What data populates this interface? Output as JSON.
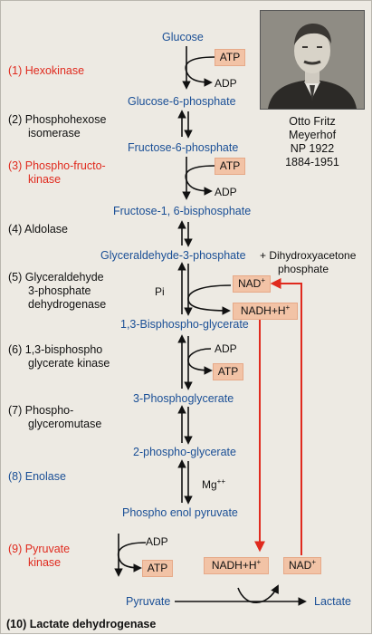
{
  "portrait": {
    "name_line1": "Otto Fritz",
    "name_line2": "Meyerhof",
    "nobel": "NP 1922",
    "years": "1884-1951"
  },
  "metabolites": {
    "glucose": "Glucose",
    "g6p": "Glucose-6-phosphate",
    "f6p": "Fructose-6-phosphate",
    "f16bp": "Fructose-1, 6-bisphosphate",
    "g3p": "Glyceraldehyde-3-phosphate",
    "plus_dhap": "+ Dihydroxyacetone",
    "dhap_line2": "phosphate",
    "bpg": "1,3-Bisphospho-glycerate",
    "pg3": "3-Phosphoglycerate",
    "pg2": "2-phospho-glycerate",
    "pep": "Phospho enol pyruvate",
    "pyruvate": "Pyruvate",
    "lactate": "Lactate"
  },
  "enzymes": {
    "e1": "(1) Hexokinase",
    "e2_line1": "(2) Phosphohexose",
    "e2_line2": "isomerase",
    "e3_line1": "(3) Phospho-fructo-",
    "e3_line2": "kinase",
    "e4": "(4) Aldolase",
    "e5_line1": "(5) Glyceraldehyde",
    "e5_line2": "3-phosphate",
    "e5_line3": "dehydrogenase",
    "e6_line1": "(6) 1,3-bisphospho",
    "e6_line2": "glycerate kinase",
    "e7_line1": "(7) Phospho-",
    "e7_line2": "glyceromutase",
    "e8": "(8) Enolase",
    "e9_line1": "(9) Pyruvate",
    "e9_line2": "kinase",
    "e10": "(10) Lactate dehydrogenase"
  },
  "cofactors": {
    "atp1": "ATP",
    "adp1": "ADP",
    "atp2": "ATP",
    "adp2": "ADP",
    "nad_base": "NAD",
    "nad_sup": "+",
    "nadh_base": "NADH+H",
    "nadh_sup": "+",
    "pi": "Pi",
    "adp3": "ADP",
    "atp3": "ATP",
    "mg": "Mg",
    "mg_sup": "++",
    "adp4": "ADP",
    "atp4": "ATP"
  },
  "colors": {
    "metabolite_blue": "#1a4f96",
    "enzyme_red": "#e02a1e",
    "cofactor_box": "#f2c3a6",
    "background": "#edeae3"
  }
}
